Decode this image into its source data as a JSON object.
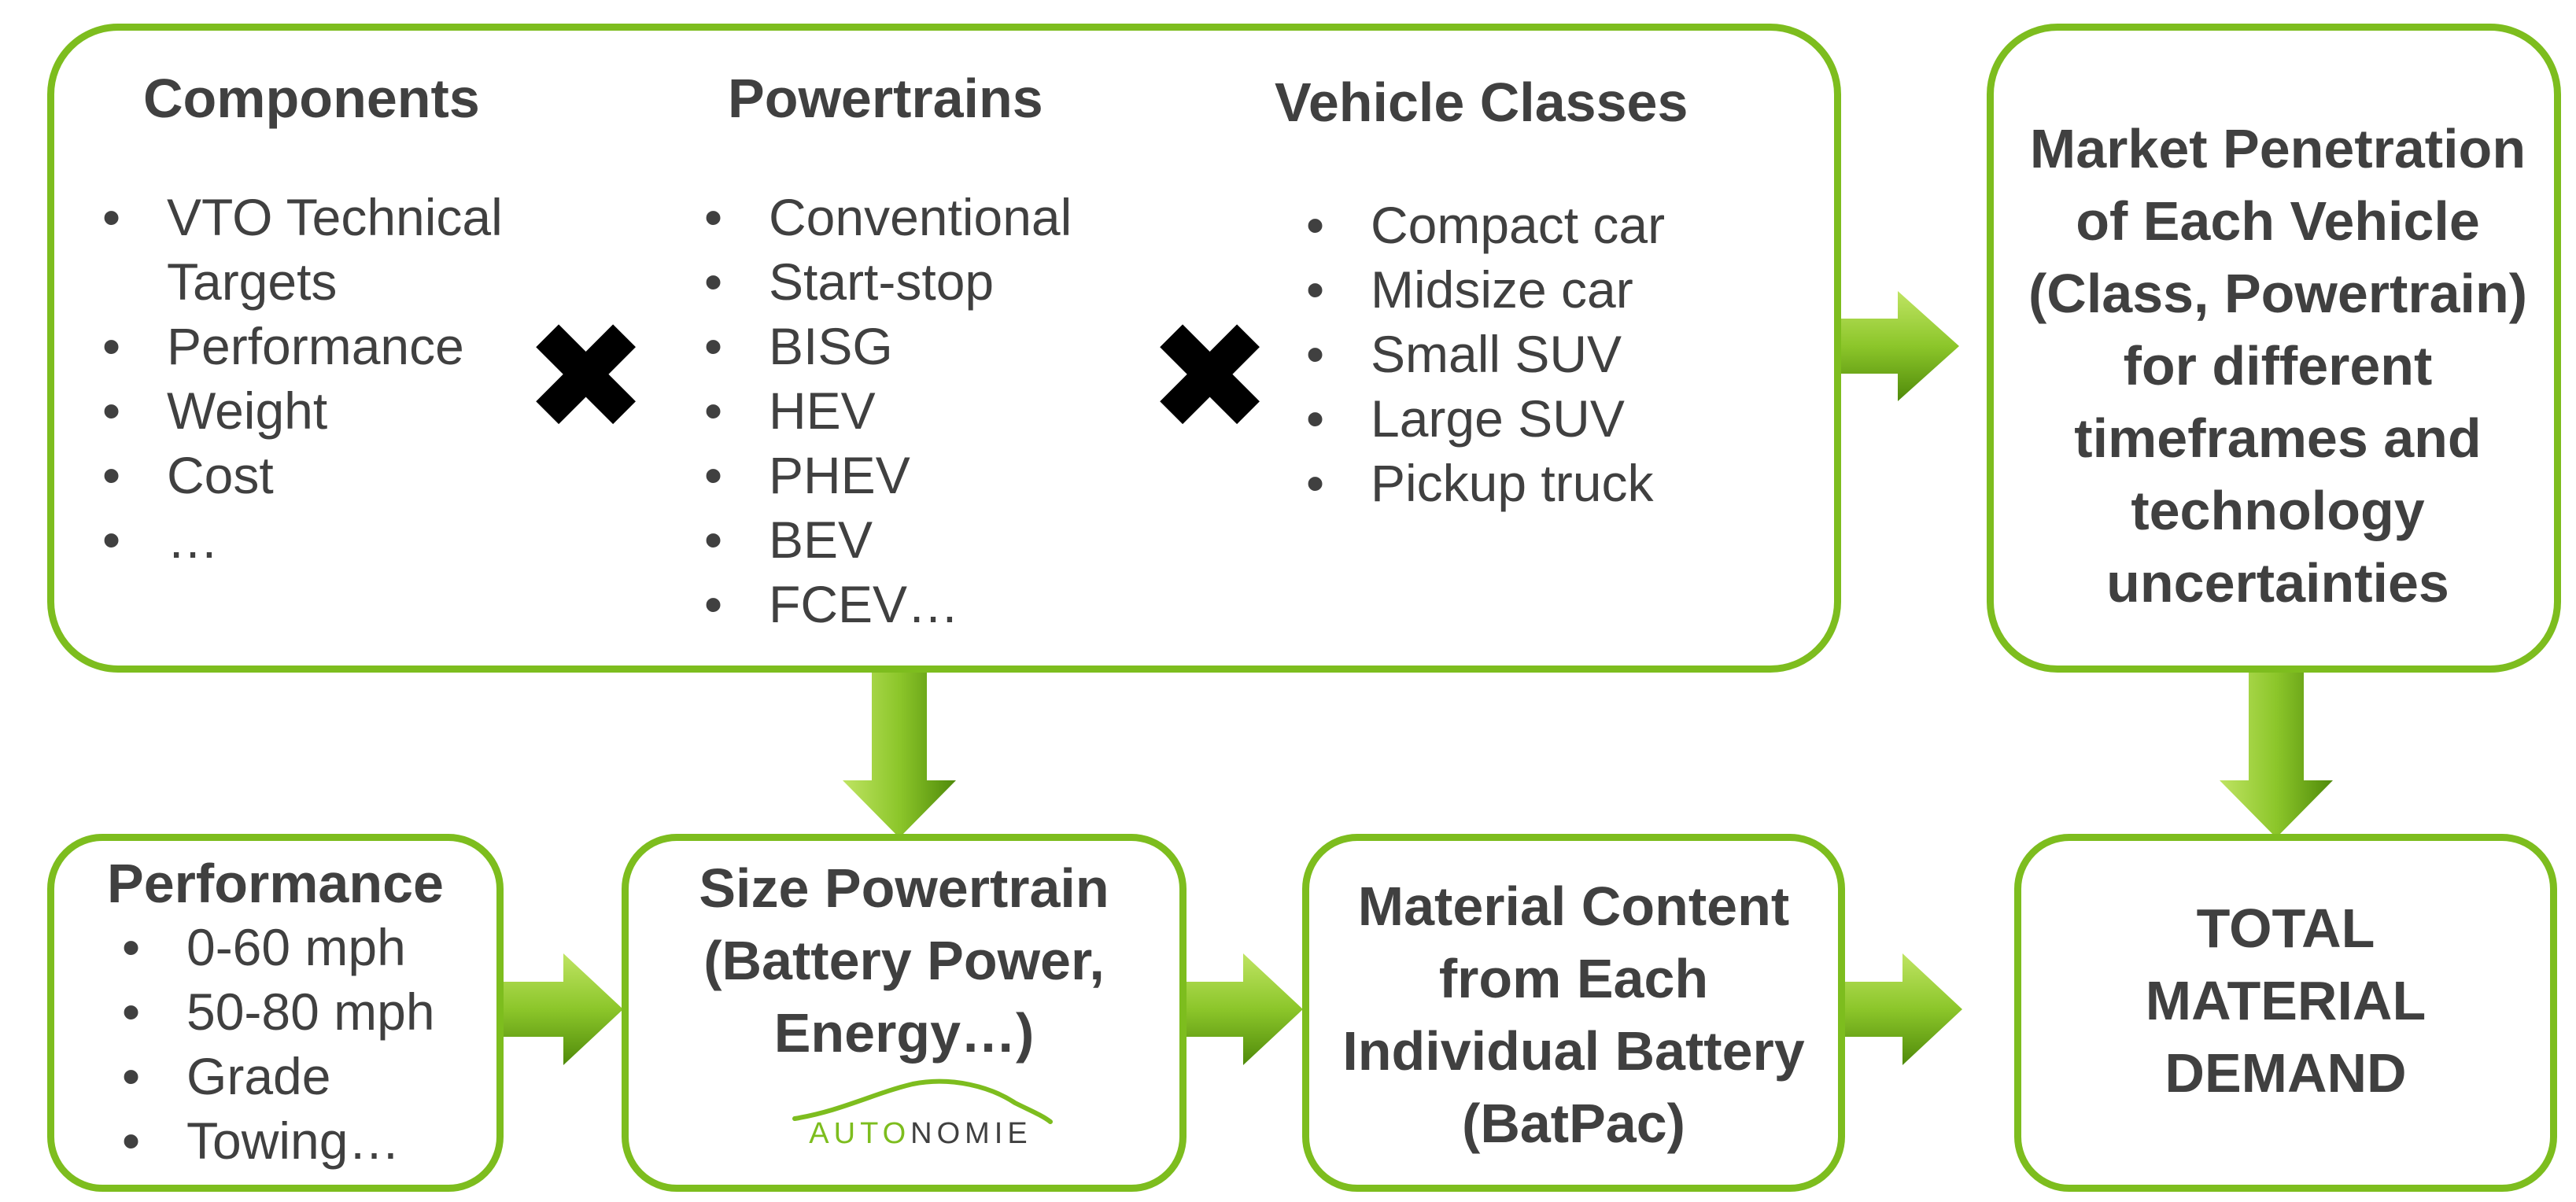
{
  "top_box": {
    "components": {
      "title": "Components",
      "items": [
        "VTO Technical Targets",
        "Performance",
        "Weight",
        "Cost",
        "…"
      ]
    },
    "powertrains": {
      "title": "Powertrains",
      "items": [
        "Conventional",
        "Start-stop",
        "BISG",
        "HEV",
        "PHEV",
        "BEV",
        "FCEV…"
      ]
    },
    "vehicle_classes": {
      "title": "Vehicle Classes",
      "items": [
        "Compact car",
        "Midsize car",
        "Small SUV",
        "Large SUV",
        "Pickup truck"
      ]
    },
    "multiply_symbol": "✖"
  },
  "market_box": {
    "lines": [
      "Market Penetration",
      "of Each Vehicle",
      "(Class, Powertrain)",
      "for different",
      "timeframes and",
      "technology",
      "uncertainties"
    ]
  },
  "performance_box": {
    "title": "Performance",
    "items": [
      "0-60 mph",
      "50-80 mph",
      "Grade",
      "Towing…"
    ]
  },
  "size_box": {
    "lines": [
      "Size Powertrain",
      "(Battery Power,",
      "Energy…)"
    ],
    "logo": {
      "part1": "AUTO",
      "part2": "NOMIE"
    }
  },
  "material_box": {
    "lines": [
      "Material Content",
      "from Each",
      "Individual Battery",
      "(BatPac)"
    ]
  },
  "total_box": {
    "lines": [
      "TOTAL",
      "MATERIAL",
      "DEMAND"
    ]
  },
  "colors": {
    "border": "#7dbd1e",
    "arrow_light": "#a4d63a",
    "arrow_dark": "#5a9a0e",
    "text": "#404040"
  }
}
